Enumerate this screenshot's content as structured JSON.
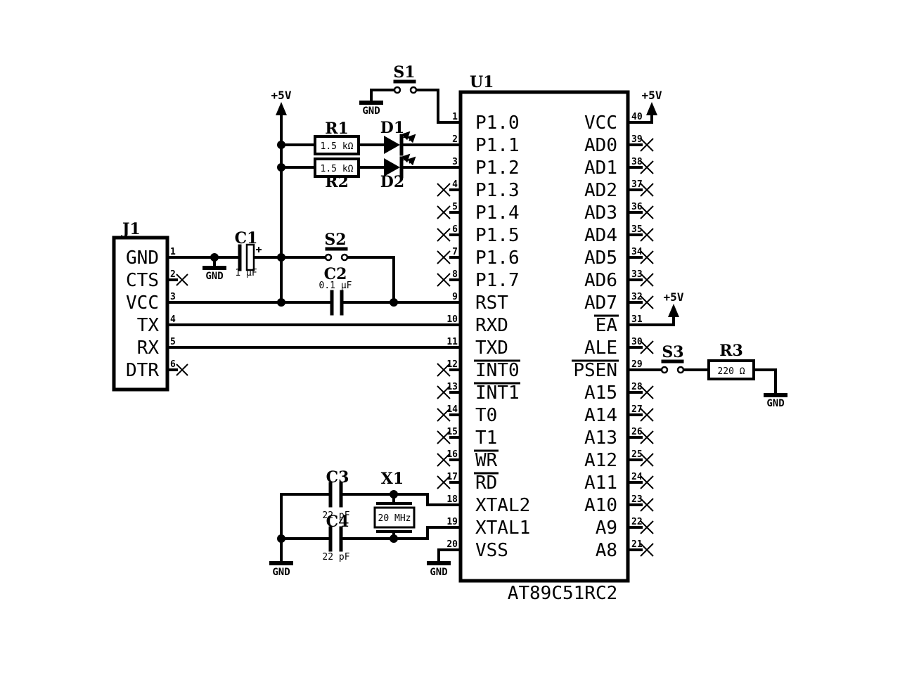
{
  "power": {
    "plus5": "+5V",
    "gnd": "GND"
  },
  "u1": {
    "ref": "U1",
    "part": "AT89C51RC2",
    "left_pins": [
      {
        "num": "1",
        "name": "P1.0",
        "overline": false
      },
      {
        "num": "2",
        "name": "P1.1",
        "overline": false
      },
      {
        "num": "3",
        "name": "P1.2",
        "overline": false
      },
      {
        "num": "4",
        "name": "P1.3",
        "overline": false
      },
      {
        "num": "5",
        "name": "P1.4",
        "overline": false
      },
      {
        "num": "6",
        "name": "P1.5",
        "overline": false
      },
      {
        "num": "7",
        "name": "P1.6",
        "overline": false
      },
      {
        "num": "8",
        "name": "P1.7",
        "overline": false
      },
      {
        "num": "9",
        "name": "RST",
        "overline": false
      },
      {
        "num": "10",
        "name": "RXD",
        "overline": false
      },
      {
        "num": "11",
        "name": "TXD",
        "overline": false
      },
      {
        "num": "12",
        "name": "INT0",
        "overline": true
      },
      {
        "num": "13",
        "name": "INT1",
        "overline": true
      },
      {
        "num": "14",
        "name": "T0",
        "overline": false
      },
      {
        "num": "15",
        "name": "T1",
        "overline": false
      },
      {
        "num": "16",
        "name": "WR",
        "overline": true
      },
      {
        "num": "17",
        "name": "RD",
        "overline": true
      },
      {
        "num": "18",
        "name": "XTAL2",
        "overline": false
      },
      {
        "num": "19",
        "name": "XTAL1",
        "overline": false
      },
      {
        "num": "20",
        "name": "VSS",
        "overline": false
      }
    ],
    "right_pins": [
      {
        "num": "40",
        "name": "VCC",
        "overline": false
      },
      {
        "num": "39",
        "name": "AD0",
        "overline": false
      },
      {
        "num": "38",
        "name": "AD1",
        "overline": false
      },
      {
        "num": "37",
        "name": "AD2",
        "overline": false
      },
      {
        "num": "36",
        "name": "AD3",
        "overline": false
      },
      {
        "num": "35",
        "name": "AD4",
        "overline": false
      },
      {
        "num": "34",
        "name": "AD5",
        "overline": false
      },
      {
        "num": "33",
        "name": "AD6",
        "overline": false
      },
      {
        "num": "32",
        "name": "AD7",
        "overline": false
      },
      {
        "num": "31",
        "name": "EA",
        "overline": true
      },
      {
        "num": "30",
        "name": "ALE",
        "overline": false
      },
      {
        "num": "29",
        "name": "PSEN",
        "overline": true
      },
      {
        "num": "28",
        "name": "A15",
        "overline": false
      },
      {
        "num": "27",
        "name": "A14",
        "overline": false
      },
      {
        "num": "26",
        "name": "A13",
        "overline": false
      },
      {
        "num": "25",
        "name": "A12",
        "overline": false
      },
      {
        "num": "24",
        "name": "A11",
        "overline": false
      },
      {
        "num": "23",
        "name": "A10",
        "overline": false
      },
      {
        "num": "22",
        "name": "A9",
        "overline": false
      },
      {
        "num": "21",
        "name": "A8",
        "overline": false
      }
    ]
  },
  "j1": {
    "ref": "J1",
    "pins": [
      {
        "num": "1",
        "name": "GND"
      },
      {
        "num": "2",
        "name": "CTS"
      },
      {
        "num": "3",
        "name": "VCC"
      },
      {
        "num": "4",
        "name": "TX"
      },
      {
        "num": "5",
        "name": "RX"
      },
      {
        "num": "6",
        "name": "DTR"
      }
    ]
  },
  "components": {
    "r1": {
      "ref": "R1",
      "value": "1.5 kΩ"
    },
    "r2": {
      "ref": "R2",
      "value": "1.5 kΩ"
    },
    "r3": {
      "ref": "R3",
      "value": "220 Ω"
    },
    "c1": {
      "ref": "C1",
      "value": "1 µF"
    },
    "c2": {
      "ref": "C2",
      "value": "0.1 µF"
    },
    "c3": {
      "ref": "C3",
      "value": "22 pF"
    },
    "c4": {
      "ref": "C4",
      "value": "22 pF"
    },
    "d1": {
      "ref": "D1"
    },
    "d2": {
      "ref": "D2"
    },
    "s1": {
      "ref": "S1"
    },
    "s2": {
      "ref": "S2"
    },
    "s3": {
      "ref": "S3"
    },
    "x1": {
      "ref": "X1",
      "value": "20 MHz"
    }
  }
}
